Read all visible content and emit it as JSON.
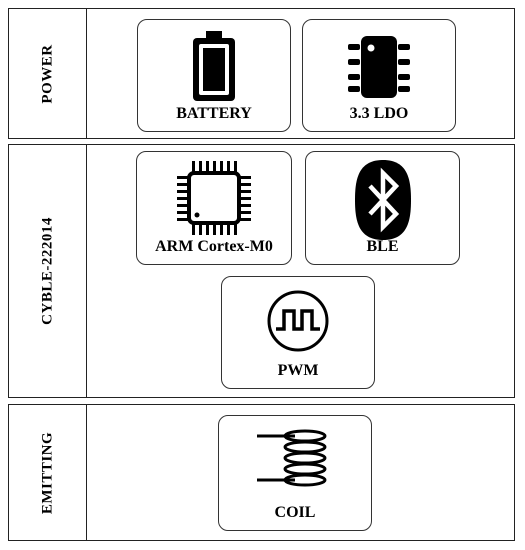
{
  "sections": {
    "power": {
      "label": "POWER"
    },
    "cyble": {
      "label": "CYBLE-222014"
    },
    "emitting": {
      "label": "EMITTING"
    }
  },
  "blocks": {
    "battery": {
      "label": "BATTERY",
      "icon": "battery-icon"
    },
    "ldo": {
      "label": "3.3 LDO",
      "icon": "chip-icon"
    },
    "arm": {
      "label": "ARM Cortex-M0",
      "icon": "microcontroller-icon"
    },
    "ble": {
      "label": "BLE",
      "icon": "bluetooth-icon"
    },
    "pwm": {
      "label": "PWM",
      "icon": "square-wave-icon"
    },
    "coil": {
      "label": "COIL",
      "icon": "coil-icon"
    }
  }
}
